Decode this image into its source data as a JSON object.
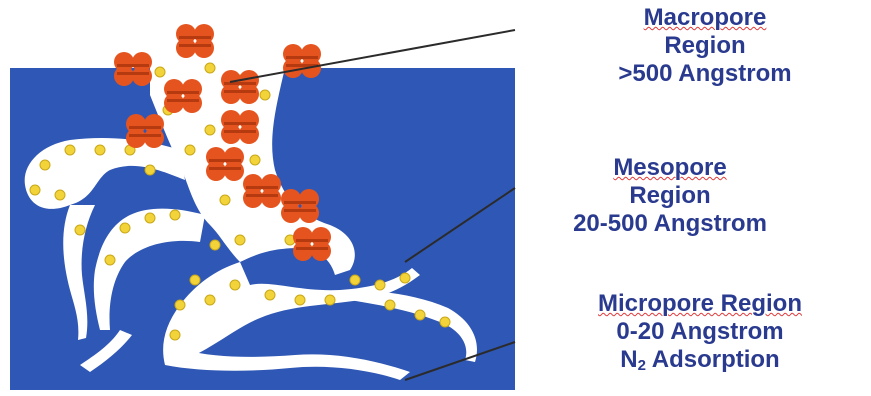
{
  "colors": {
    "substrate": "#2f57b5",
    "pore_space": "#ffffff",
    "macro_particle": "#e5541e",
    "micro_particle": "#f2d33a",
    "label_text": "#2a3b8f",
    "leader_line": "#2b2b2b"
  },
  "labels": {
    "macropore": {
      "line1": "Macropore",
      "line2": "Region",
      "line3": ">500 Angstrom"
    },
    "mesopore": {
      "line1": "Mesopore",
      "line2": "Region",
      "line3": "20-500 Angstrom"
    },
    "micropore": {
      "line1": "Micropore Region",
      "line2": "0-20 Angstrom",
      "line3_prefix": "N",
      "line3_sub": "2",
      "line3_suffix": " Adsorption"
    }
  }
}
